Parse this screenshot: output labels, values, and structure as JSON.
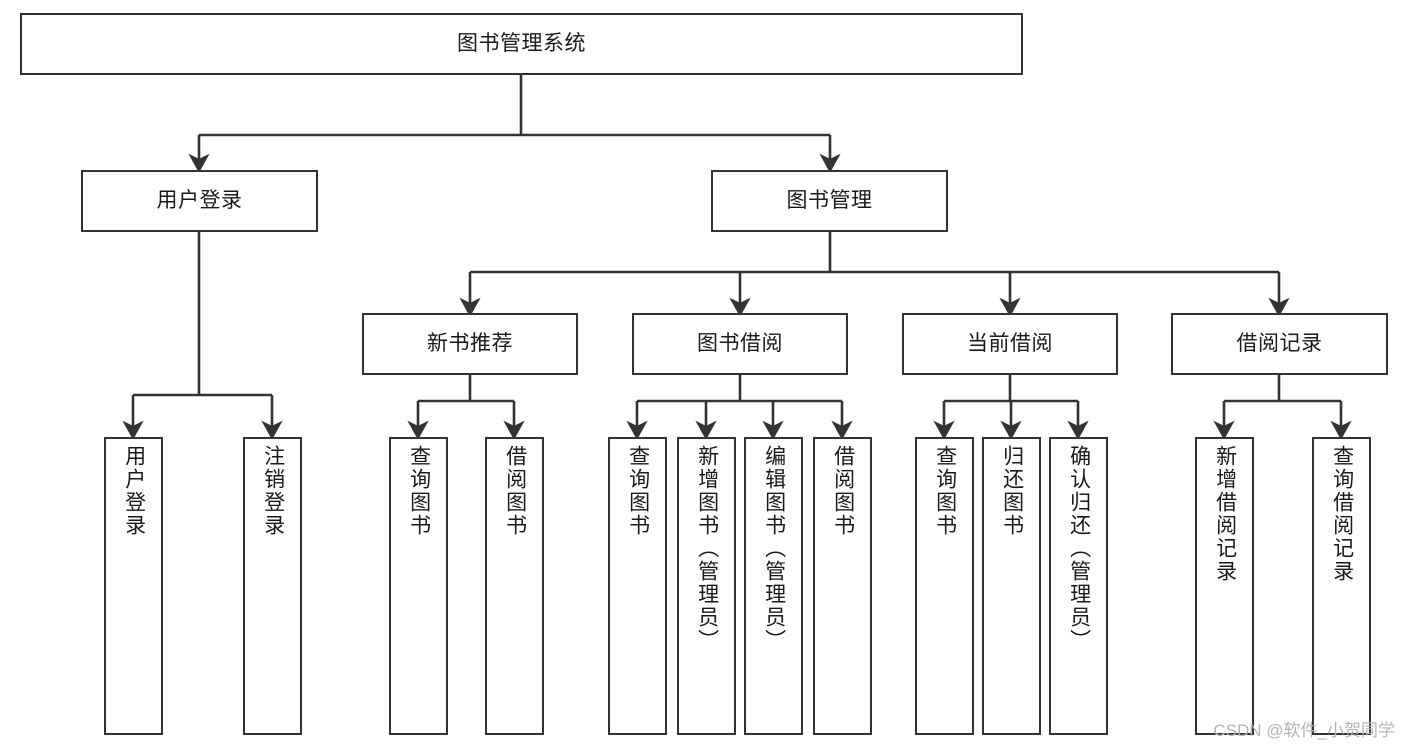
{
  "diagram": {
    "type": "tree",
    "title": "图书管理系统",
    "watermark": "CSDN @软件_小贺同学",
    "colors": {
      "box_border": "#333333",
      "box_fill": "#ffffff",
      "connector": "#333333",
      "text": "#1a1a1a",
      "watermark": "#b4b4b4"
    },
    "nodes": {
      "root": {
        "label": "图书管理系统"
      },
      "level2": [
        {
          "label": "用户登录"
        },
        {
          "label": "图书管理"
        }
      ],
      "level3": [
        {
          "label": "新书推荐"
        },
        {
          "label": "图书借阅"
        },
        {
          "label": "当前借阅"
        },
        {
          "label": "借阅记录"
        }
      ],
      "leaves": {
        "user_login": [
          {
            "label": "用户登录"
          },
          {
            "label": "注销登录"
          }
        ],
        "new_book_recommend": [
          {
            "label": "查询图书"
          },
          {
            "label": "借阅图书"
          }
        ],
        "book_borrow": [
          {
            "label": "查询图书"
          },
          {
            "label": "新增图书（管理员）"
          },
          {
            "label": "编辑图书（管理员）"
          },
          {
            "label": "借阅图书"
          }
        ],
        "current_borrow": [
          {
            "label": "查询图书"
          },
          {
            "label": "归还图书"
          },
          {
            "label": "确认归还（管理员）"
          }
        ],
        "borrow_records": [
          {
            "label": "新增借阅记录"
          },
          {
            "label": "查询借阅记录"
          }
        ]
      }
    }
  }
}
